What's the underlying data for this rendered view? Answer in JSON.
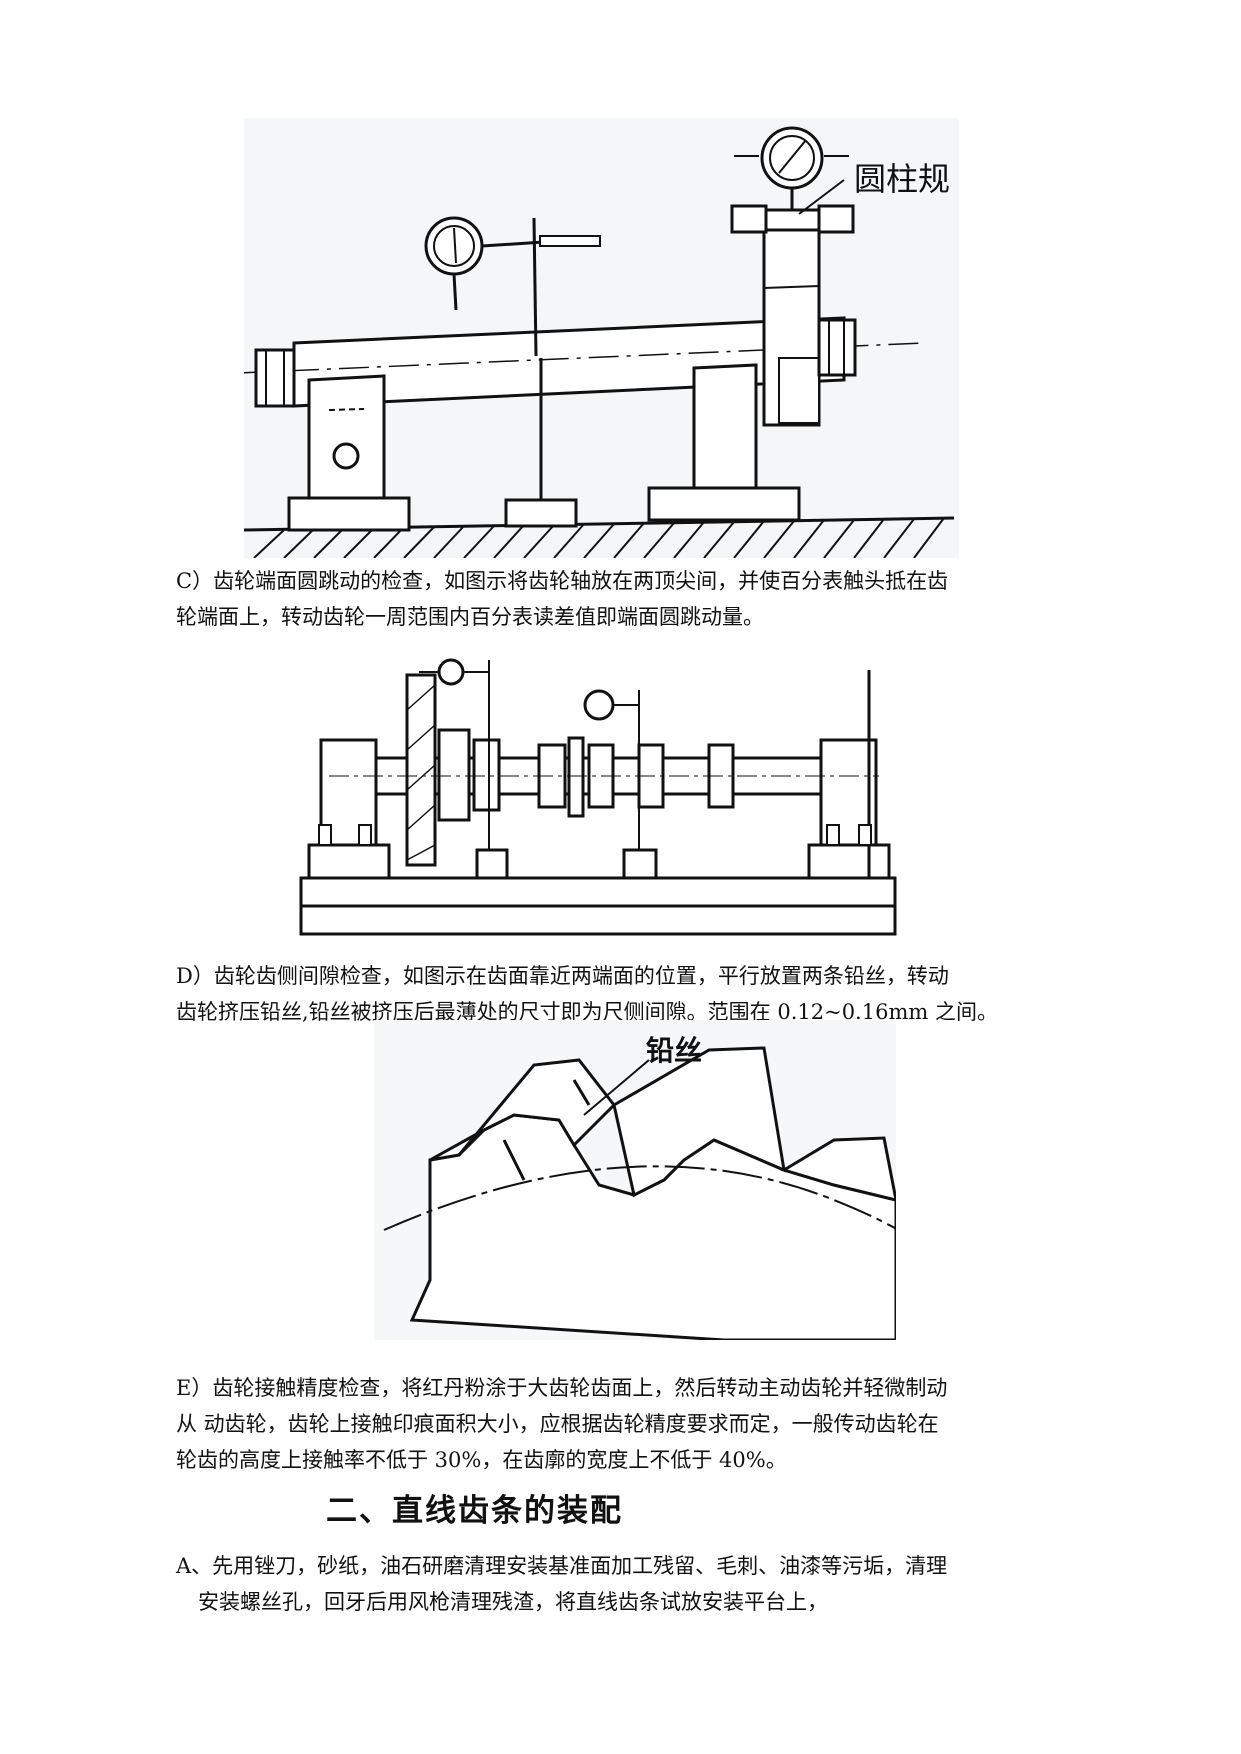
{
  "figure1": {
    "label": "圆柱规"
  },
  "para_c": {
    "line1": "C）齿轮端面圆跳动的检查，如图示将齿轮轴放在两顶尖间，并使百分表触头抵在齿",
    "line2": "轮端面上，转动齿轮一周范围内百分表读差值即端面圆跳动量。"
  },
  "para_d": {
    "line1": "D）齿轮齿侧间隙检查，如图示在齿面靠近两端面的位置，平行放置两条铅丝，转动",
    "line2": "齿轮挤压铅丝,铅丝被挤压后最薄处的尺寸即为尺侧间隙。范围在 0.12~0.16mm 之间。"
  },
  "figure3": {
    "label": "铅丝"
  },
  "para_e": {
    "line1": "E）齿轮接触精度检查，将红丹粉涂于大齿轮齿面上，然后转动主动齿轮并轻微制动",
    "line2": "从   动齿轮，齿轮上接触印痕面积大小，应根据齿轮精度要求而定，一般传动齿轮在",
    "line3": "轮齿的高度上接触率不低于 30%，在齿廓的宽度上不低于 40%。"
  },
  "section_title": "二、直线齿条的装配",
  "para_a": {
    "line1": "A、先用锉刀，砂纸，油石研磨清理安装基准面加工残留、毛刺、油漆等污垢，清理",
    "line2": "安装螺丝孔，回牙后用风枪清理残渣，将直线齿条试放安装平台上，"
  }
}
